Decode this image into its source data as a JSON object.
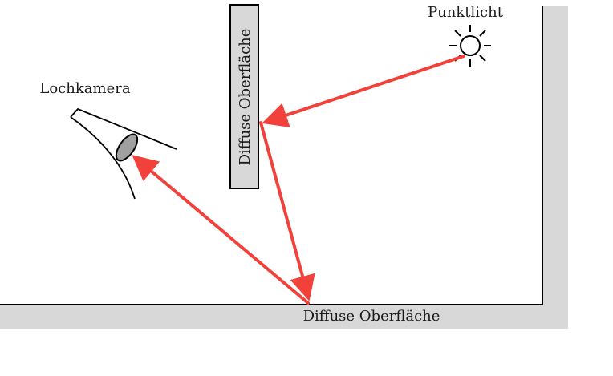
{
  "labels": {
    "point_light": "Punktlicht",
    "pinhole_camera": "Lochkamera",
    "diffuse_surface_vertical": "Diffuse Oberfläche",
    "diffuse_surface_floor": "Diffuse Oberfläche"
  },
  "colors": {
    "ray": "#f2413a",
    "wall_shade": "#d8d8d8",
    "lens_fill": "#a0a0a0",
    "outline": "#000000"
  },
  "icons": {
    "light": "sun-icon",
    "camera": "pinhole-camera-icon"
  }
}
